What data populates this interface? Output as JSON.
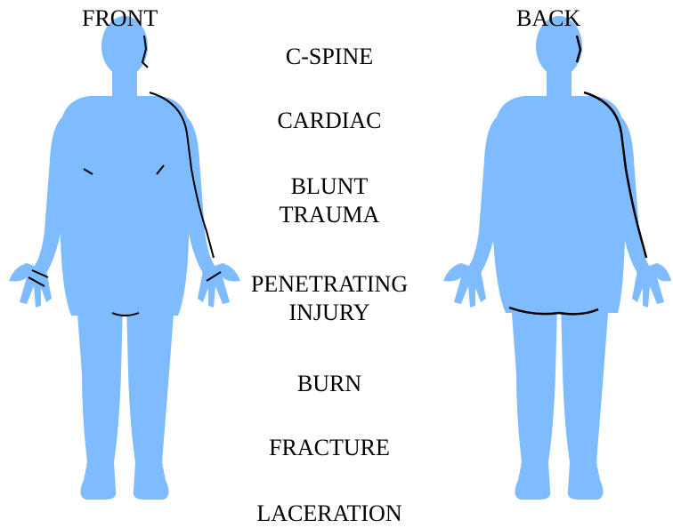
{
  "views": {
    "front_label": "FRONT",
    "back_label": "BACK"
  },
  "categories": [
    "C-SPINE",
    "CARDIAC",
    "BLUNT\nTRAUMA",
    "PENETRATING\nINJURY",
    "BURN",
    "FRACTURE",
    "LACERATION"
  ],
  "colors": {
    "body_fill": "#7fbcff",
    "injury_mark": "#000000",
    "text": "#000000",
    "background": "#ffffff"
  }
}
